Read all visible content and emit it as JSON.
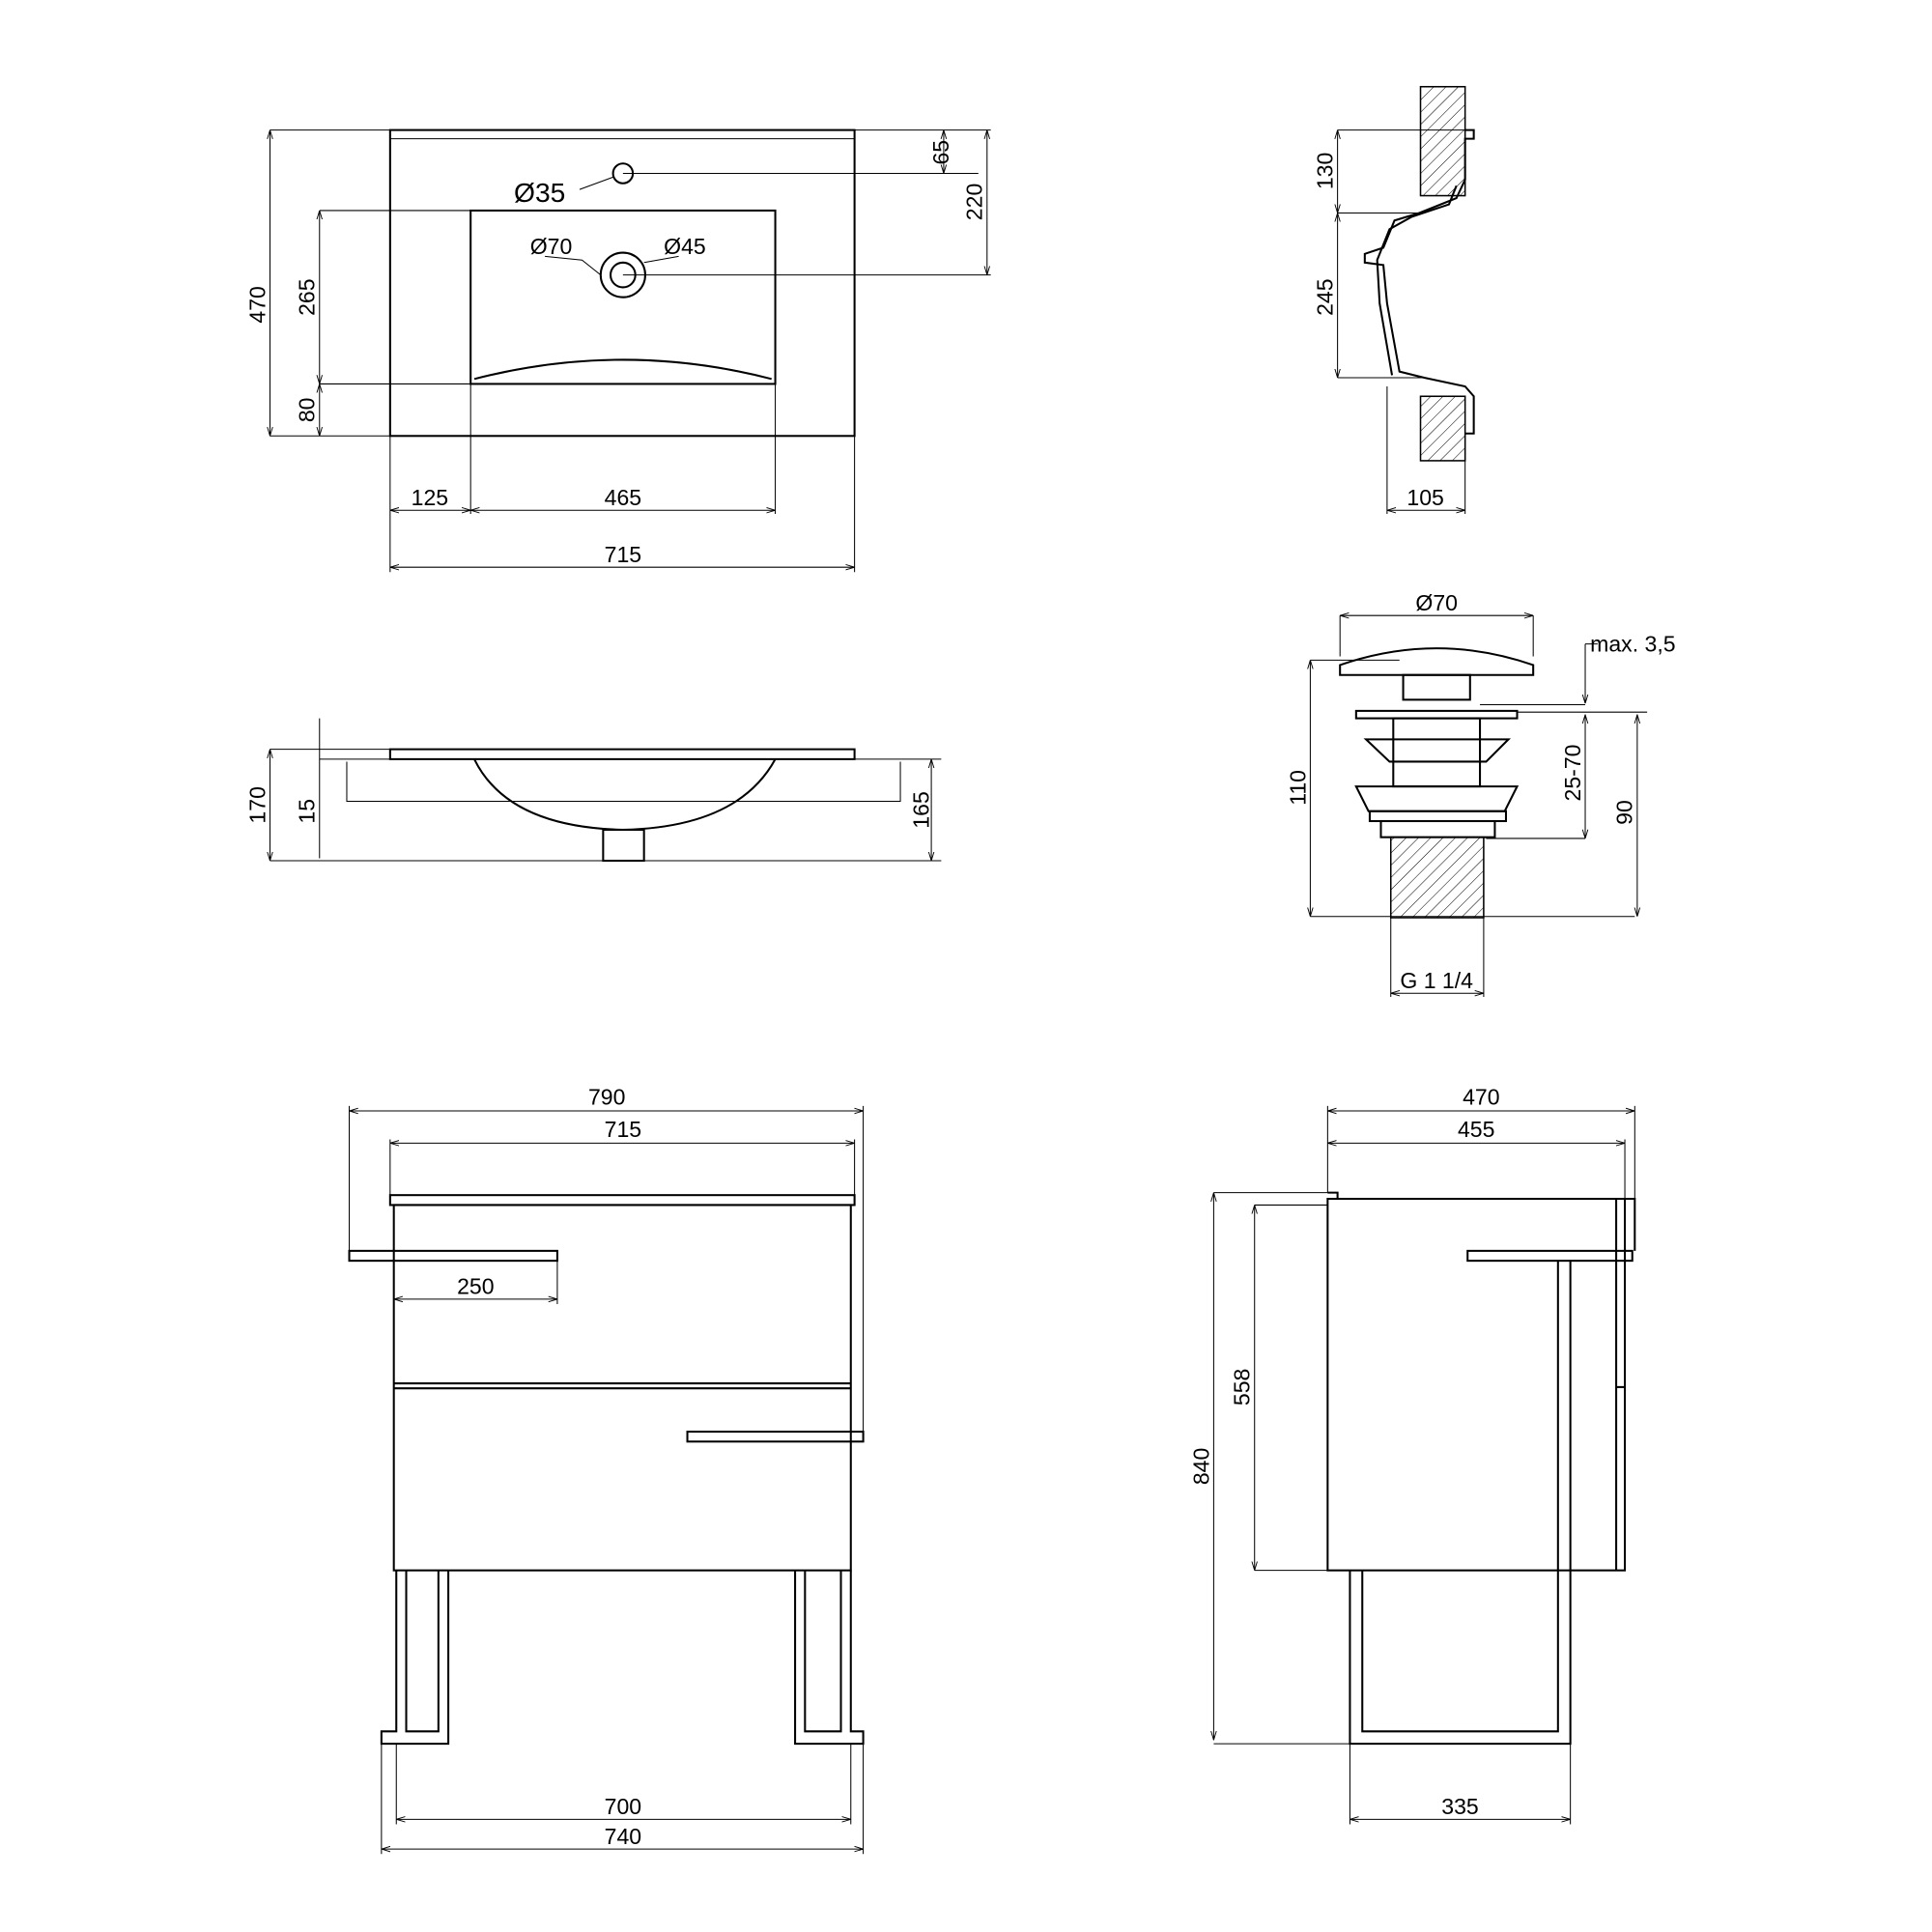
{
  "top_view": {
    "d_tap": "Ø35",
    "d_drain_outer": "Ø70",
    "d_drain_inner": "Ø45",
    "depth_total": "470",
    "basin_depth": "265",
    "front_margin": "80",
    "drain_offset": "220",
    "tap_offset": "65",
    "side_margin": "125",
    "basin_width": "465",
    "total_width": "715"
  },
  "front_section": {
    "height": "170",
    "slab": "15",
    "overflow": "165"
  },
  "side_section": {
    "back": "130",
    "basin": "245",
    "wall": "105"
  },
  "drain": {
    "diameter": "Ø70",
    "max": "max. 3,5",
    "height": "110",
    "adjust": "25-70",
    "body": "90",
    "thread": "G 1 1/4"
  },
  "cabinet_front": {
    "overall": "790",
    "top": "715",
    "handle": "250",
    "inner_legs": "700",
    "outer_legs": "740"
  },
  "cabinet_side": {
    "overall": "470",
    "top": "455",
    "height": "840",
    "body": "558",
    "legs": "335"
  },
  "colors": {
    "line": "#000000",
    "background": "#ffffff"
  }
}
